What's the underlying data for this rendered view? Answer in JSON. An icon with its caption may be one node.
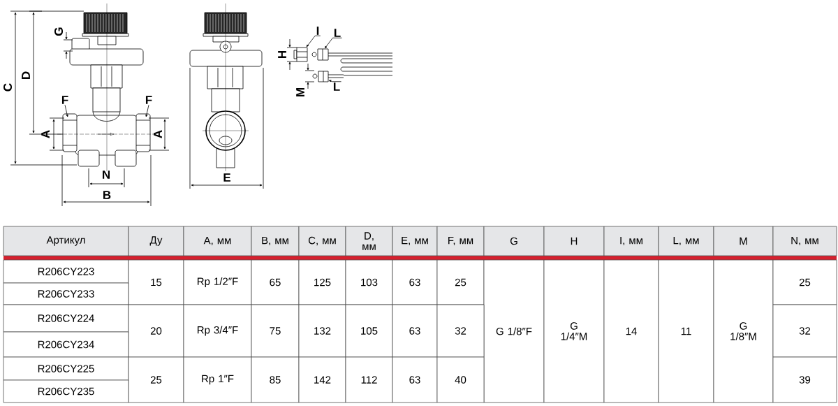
{
  "diagram": {
    "nodes": [
      {
        "text": [
          "F"
        ]
      },
      {
        "text": [
          "F"
        ]
      },
      {
        "text": [
          "I"
        ]
      },
      {
        "text": [
          "L"
        ]
      },
      {
        "text": [
          "L"
        ]
      },
      {
        "text": [],
        "shape": "picture"
      },
      {
        "text": [],
        "shape": "picture"
      },
      {
        "text": [],
        "shape": "picture"
      }
    ],
    "edges": [
      {
        "from": 0,
        "to": null,
        "arrow": "to"
      },
      {
        "from": 1,
        "to": null,
        "arrow": "to"
      },
      {
        "from": 2,
        "to": 5,
        "arrow": "to"
      },
      {
        "from": 3,
        "to": 6,
        "arrow": "to"
      },
      {
        "from": 4,
        "to": 7,
        "arrow": "to"
      }
    ],
    "labels": [
      "G",
      "C",
      "D",
      "A",
      "A",
      "N",
      "B",
      "E",
      "H",
      "M",
      "Артикул",
      "Ду",
      "A, мм",
      "B, мм",
      "C, мм",
      "D, мм",
      "E, мм",
      "F, мм",
      "G",
      "H",
      "I, мм",
      "L, мм",
      "M",
      "N, мм",
      "R206CY223",
      "15",
      "Rp 1/2″F",
      "65",
      "125",
      "103",
      "63",
      "25",
      "G 1/8″F",
      "G 1/4″M",
      "14",
      "11",
      "G 1/8″M",
      "25",
      "R206CY233",
      "R206CY224",
      "20",
      "Rp 3/4″F",
      "75",
      "132",
      "105",
      "63",
      "32",
      "32",
      "R206CY234",
      "R206CY225",
      "25",
      "Rp 1″F",
      "85",
      "142",
      "112",
      "63",
      "40",
      "39",
      "R206CY235"
    ]
  }
}
